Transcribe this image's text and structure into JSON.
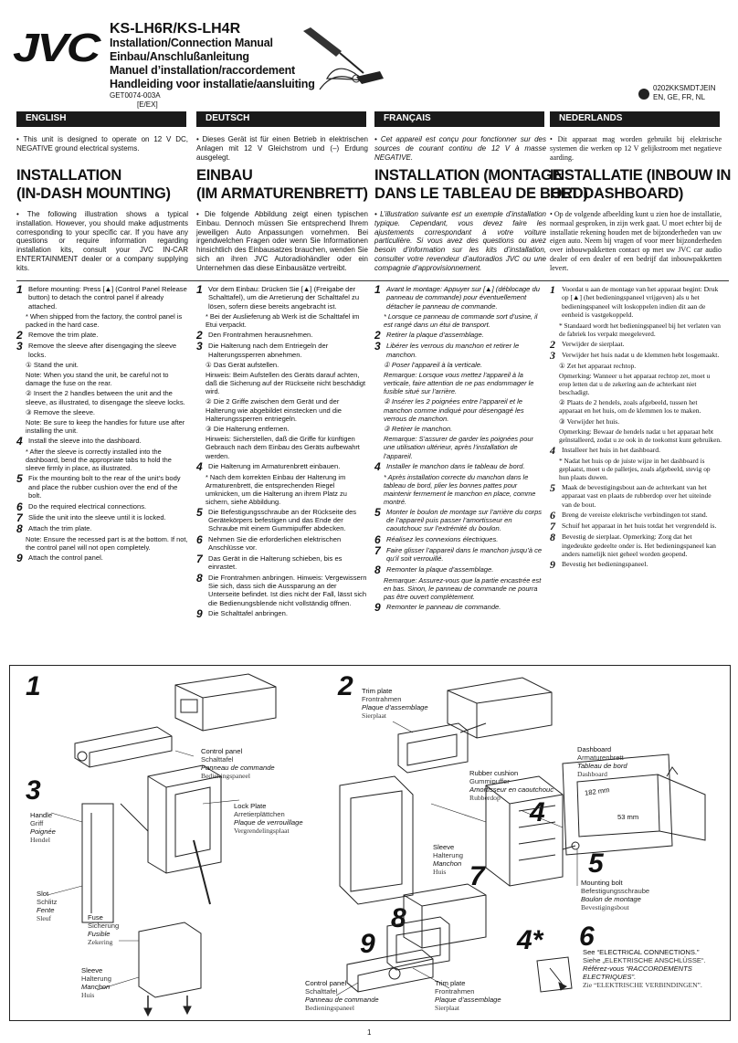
{
  "header": {
    "brand": "JVC",
    "model": "KS-LH6R/KS-LH4R",
    "subtitles": [
      "Installation/Connection Manual",
      "Einbau/Anschlußanleitung",
      "Manuel d’installation/raccordement",
      "Handleiding voor installatie/aansluiting"
    ],
    "doc_code": "GET0074-003A",
    "region": "[E/EX]",
    "print_code": "0202KKSMDTJEIN",
    "langs": "EN, GE, FR, NL"
  },
  "columns": [
    {
      "lang": "ENGLISH",
      "intro": "• This unit is designed to operate on 12 V DC, NEGATIVE ground electrical systems.",
      "title1": "INSTALLATION",
      "title2": "(IN-DASH MOUNTING)",
      "desc": "• The following illustration shows a typical installation. However, you should make adjustments corresponding to your specific car. If you have any questions or require information regarding installation kits, consult your JVC IN-CAR ENTERTAINMENT dealer or a company supplying kits."
    },
    {
      "lang": "DEUTSCH",
      "intro": "• Dieses Gerät ist für einen Betrieb in elektrischen Anlagen mit 12 V Gleichstrom und (–) Erdung ausgelegt.",
      "title1": "EINBAU",
      "title2": "(IM ARMATURENBRETT)",
      "desc": "• Die folgende Abbildung zeigt einen typischen Einbau. Dennoch müssen Sie entsprechend Ihrem jeweiligen Auto Anpassungen vornehmen. Bei irgendwelchen Fragen oder wenn Sie Informationen hinsichtlich des Einbausatzes brauchen, wenden Sie sich an ihren JVC Autoradiohändler oder ein Unternehmen das diese Einbausätze vertreibt."
    },
    {
      "lang": "FRANÇAIS",
      "intro": "• Cet appareil est conçu pour fonctionner sur des sources de courant continu de 12 V à masse NEGATIVE.",
      "title1": "INSTALLATION (MONTAGE",
      "title2": "DANS LE TABLEAU DE BORD)",
      "desc": "• L’illustration suivante est un exemple d’installation typique. Cependant, vous devez faire les ajustements correspondant à votre voiture particulière. Si vous avez des questions ou avez besoin d’information sur les kits d’installation, consulter votre revendeur d’autoradios JVC ou une compagnie d’approvisionnement."
    },
    {
      "lang": "NEDERLANDS",
      "intro": "• Dit apparaat mag worden gebruikt bij elektrische systemen die werken op 12 V gelijkstroom met negatieve aarding.",
      "title1": "INSTALLATIE (INBOUW IN",
      "title2": "HET DASHBOARD)",
      "desc": "• Op de volgende afbeelding kunt u zien hoe de installatie, normaal gesproken, in zijn werk gaat. U moet echter bij de installatie rekening houden met de bijzonderheden van uw eigen auto. Neem bij vragen of voor meer bijzonderheden over inbouwpakketten contact op met uw JVC car audio dealer of een dealer of een bedrijf dat inbouwpakketten levert."
    }
  ],
  "steps_en": [
    {
      "n": "1",
      "t": "Before mounting: Press [▲] (Control Panel Release button) to detach the control panel if already attached."
    },
    {
      "note": "* When shipped from the factory, the control panel is packed in the hard case."
    },
    {
      "n": "2",
      "t": "Remove the trim plate."
    },
    {
      "n": "3",
      "t": "Remove the sleeve after disengaging the sleeve locks."
    },
    {
      "sub": "① Stand the unit."
    },
    {
      "note": "Note: When you stand the unit, be careful not to damage the fuse on the rear."
    },
    {
      "sub": "② Insert the 2 handles between the unit and the sleeve, as illustrated, to disengage the sleeve locks."
    },
    {
      "sub": "③ Remove the sleeve."
    },
    {
      "note": "Note: Be sure to keep the handles for future use after installing the unit."
    },
    {
      "n": "4",
      "t": "Install the sleeve into the dashboard."
    },
    {
      "note": "* After the sleeve is correctly installed into the dashboard, bend the appropriate tabs to hold the sleeve firmly in place, as illustrated."
    },
    {
      "n": "5",
      "t": "Fix the mounting bolt to the rear of the unit’s body and place the rubber cushion over the end of the bolt."
    },
    {
      "n": "6",
      "t": "Do the required electrical connections."
    },
    {
      "n": "7",
      "t": "Slide the unit into the sleeve until it is locked."
    },
    {
      "n": "8",
      "t": "Attach the trim plate."
    },
    {
      "note": "Note: Ensure the recessed part is at the bottom. If not, the control panel will not open completely."
    },
    {
      "n": "9",
      "t": "Attach the control panel."
    }
  ],
  "steps_de": [
    {
      "n": "1",
      "t": "Vor dem Einbau: Drücken Sie [▲] (Freigabe der Schalttafel), um die Arretierung der Schalttafel zu lösen, sofern diese bereits angebracht ist."
    },
    {
      "note": "* Bei der Auslieferung ab Werk ist die Schalttafel im Etui verpackt."
    },
    {
      "n": "2",
      "t": "Den Frontrahmen herausnehmen."
    },
    {
      "n": "3",
      "t": "Die Halterung nach dem Entriegeln der Halterungssperren abnehmen."
    },
    {
      "sub": "① Das Gerät aufstellen."
    },
    {
      "note": "Hinweis: Beim Aufstellen des Geräts darauf achten, daß die Sicherung auf der Rückseite nicht beschädigt wird."
    },
    {
      "sub": "② Die 2 Griffe zwischen dem Gerät und der Halterung wie abgebildet einstecken und die Halterungssperren entriegeln."
    },
    {
      "sub": "③ Die Halterung entfernen."
    },
    {
      "note": "Hinweis: Sicherstellen, daß die Griffe für künftigen Gebrauch nach dem Einbau des Geräts aufbewahrt werden."
    },
    {
      "n": "4",
      "t": "Die Halterung im Armaturenbrett einbauen."
    },
    {
      "note": "* Nach dem korrekten Einbau der Halterung im Armaturenbrett, die entsprechenden Riegel umknicken, um die Halterung an ihrem Platz zu sichern, siehe Abbildung."
    },
    {
      "n": "5",
      "t": "Die Befestigungsschraube an der Rückseite des Gerätekörpers befestigen und das Ende der Schraube mit einem Gummipuffer abdecken."
    },
    {
      "n": "6",
      "t": "Nehmen Sie die erforderlichen elektrischen Anschlüsse vor."
    },
    {
      "n": "7",
      "t": "Das Gerät in die Halterung schieben, bis es einrastet."
    },
    {
      "n": "8",
      "t": "Die Frontrahmen anbringen. Hinweis: Vergewissern Sie sich, dass sich die Aussparung an der Unterseite befindet. Ist dies nicht der Fall, lässt sich die Bedienungsblende nicht vollständig öffnen."
    },
    {
      "n": "9",
      "t": "Die Schalttafel anbringen."
    }
  ],
  "steps_fr": [
    {
      "n": "1",
      "t": "Avant le montage: Appuyer sur [▲] (déblocage du panneau de commande) pour éventuellement détacher le panneau de commande."
    },
    {
      "note": "* Lorsque ce panneau de commande sort d’usine, il est rangé dans un étui de transport."
    },
    {
      "n": "2",
      "t": "Retirer la plaque d’assemblage."
    },
    {
      "n": "3",
      "t": "Libérer les verrous du manchon et retirer le manchon."
    },
    {
      "sub": "① Poser l’appareil à la verticale."
    },
    {
      "note": "Remarque: Lorsque vous mettez l’appareil à la verticale, faire attention de ne pas endommager le fusible situé sur l’arrière."
    },
    {
      "sub": "② Insérer les 2 poignées entre l’appareil et le manchon comme indiqué pour désengagé les verrous de manchon."
    },
    {
      "sub": "③ Retirer le manchon."
    },
    {
      "note": "Remarque: S’assurer de garder les poignées pour une utilisation ultérieur, après l’installation de l’appareil."
    },
    {
      "n": "4",
      "t": "Installer le manchon dans le tableau de bord."
    },
    {
      "note": "* Après installation correcte du manchon dans le tableau de bord, plier les bonnes pattes pour maintenir fermement le manchon en place, comme montré."
    },
    {
      "n": "5",
      "t": "Monter le boulon de montage sur l’arrière du corps de l’appareil puis passer l’amortisseur en caoutchouc sur l’extrémité du boulon."
    },
    {
      "n": "6",
      "t": "Réalisez les connexions électriques."
    },
    {
      "n": "7",
      "t": "Faire glisser l’appareil dans le manchon jusqu’à ce qu’il soit verrouillé."
    },
    {
      "n": "8",
      "t": "Remonter la plaque d’assemblage."
    },
    {
      "note": "Remarque: Assurez-vous que la partie encastrée est en bas. Sinon, le panneau de commande ne pourra pas être ouvert complètement."
    },
    {
      "n": "9",
      "t": "Remonter le panneau de commande."
    }
  ],
  "steps_nl": [
    {
      "n": "1",
      "t": "Voordat u aan de montage van het apparaat begint: Druk op [▲] (het bedieningspaneel vrijgeven) als u het bedieningspaneel wilt loskoppelen indien dit aan de eenheid is vastgekoppeld."
    },
    {
      "note": "* Standaard wordt het bedieningspaneel bij het verlaten van de fabriek los verpakt meegeleverd."
    },
    {
      "n": "2",
      "t": "Verwijder de sierplaat."
    },
    {
      "n": "3",
      "t": "Verwijder het huis nadat u de klemmen hebt losgemaakt."
    },
    {
      "sub": "① Zet het apparaat rechtop."
    },
    {
      "note": "Opmerking: Wanneer u het apparaat rechtop zet, moet u erop letten dat u de zekering aan de achterkant niet beschadigt."
    },
    {
      "sub": "② Plaats de 2 hendels, zoals afgebeeld, tussen het apparaat en het huis, om de klemmen los te maken."
    },
    {
      "sub": "③ Verwijder het huis."
    },
    {
      "note": "Opmerking: Bewaar de hendels nadat u het apparaat hebt geïnstalleerd, zodat u ze ook in de toekomst kunt gebruiken."
    },
    {
      "n": "4",
      "t": "Installeer het huis in het dashboard."
    },
    {
      "note": "* Nadat het huis op de juiste wijze in het dashboard is geplaatst, moet u de palletjes, zoals afgebeeld, stevig op hun plaats duwen."
    },
    {
      "n": "5",
      "t": "Maak de bevestigingsbout aan de achterkant van het apparaat vast en plaats de rubberdop over het uiteinde van de bout."
    },
    {
      "n": "6",
      "t": "Breng de vereiste elektrische verbindingen tot stand."
    },
    {
      "n": "7",
      "t": "Schuif het apparaat in het huis totdat het vergrendeld is."
    },
    {
      "n": "8",
      "t": "Bevestig de sierplaat. Opmerking: Zorg dat het ingedeukte gedeelte onder is. Het bedieningspaneel kan anders namelijk niet geheel worden geopend."
    },
    {
      "n": "9",
      "t": "Bevestig het bedieningspaneel."
    }
  ],
  "diagram": {
    "nums": [
      "1",
      "2",
      "3",
      "4",
      "5",
      "6",
      "7",
      "8",
      "9",
      "4*"
    ],
    "control_panel": [
      "Control panel",
      "Schalttafel",
      "Panneau de commande",
      "Bedieningspaneel"
    ],
    "trim_plate": [
      "Trim plate",
      "Frontrahmen",
      "Plaque d’assemblage",
      "Sierplaat"
    ],
    "handle": [
      "Handle",
      "Griff",
      "Poignée",
      "Hendel"
    ],
    "lock_plate": [
      "Lock Plate",
      "Arretierplättchen",
      "Plaque de verrouillage",
      "Vergrendelingsplaat"
    ],
    "slot": [
      "Slot",
      "Schlitz",
      "Fente",
      "Sleuf"
    ],
    "fuse": [
      "Fuse",
      "Sicherung",
      "Fusible",
      "Zekering"
    ],
    "sleeve_a": [
      "Sleeve",
      "Halterung",
      "Manchon",
      "Huis"
    ],
    "sleeve_b": [
      "Sleeve",
      "Halterung",
      "Manchon",
      "Huis"
    ],
    "dashboard": [
      "Dashboard",
      "Armaturenbrett",
      "Tableau de bord",
      "Dashboard"
    ],
    "rubber": [
      "Rubber cushion",
      "Gummipuffer",
      "Amortisseur en caoutchouc",
      "Rubberdop"
    ],
    "bolt": [
      "Mounting bolt",
      "Befestigungsschraube",
      "Boulon de montage",
      "Bevestigingsbout"
    ],
    "cp2": [
      "Control panel",
      "Schalttafel",
      "Panneau de commande",
      "Bedieningspaneel"
    ],
    "tp2": [
      "Trim plate",
      "Frontrahmen",
      "Plaque d’assemblage",
      "Sierplaat"
    ],
    "dim1": "182 mm",
    "dim2": "53 mm",
    "see": [
      "See “ELECTRICAL CONNECTIONS.”",
      "Siehe „ELEKTRISCHE ANSCHLÜSSE“.",
      "Référez-vous “RACCORDEMENTS ELECTRIQUES”.",
      "Zie “ELEKTRISCHE VERBINDINGEN”."
    ]
  },
  "page_num": "1"
}
